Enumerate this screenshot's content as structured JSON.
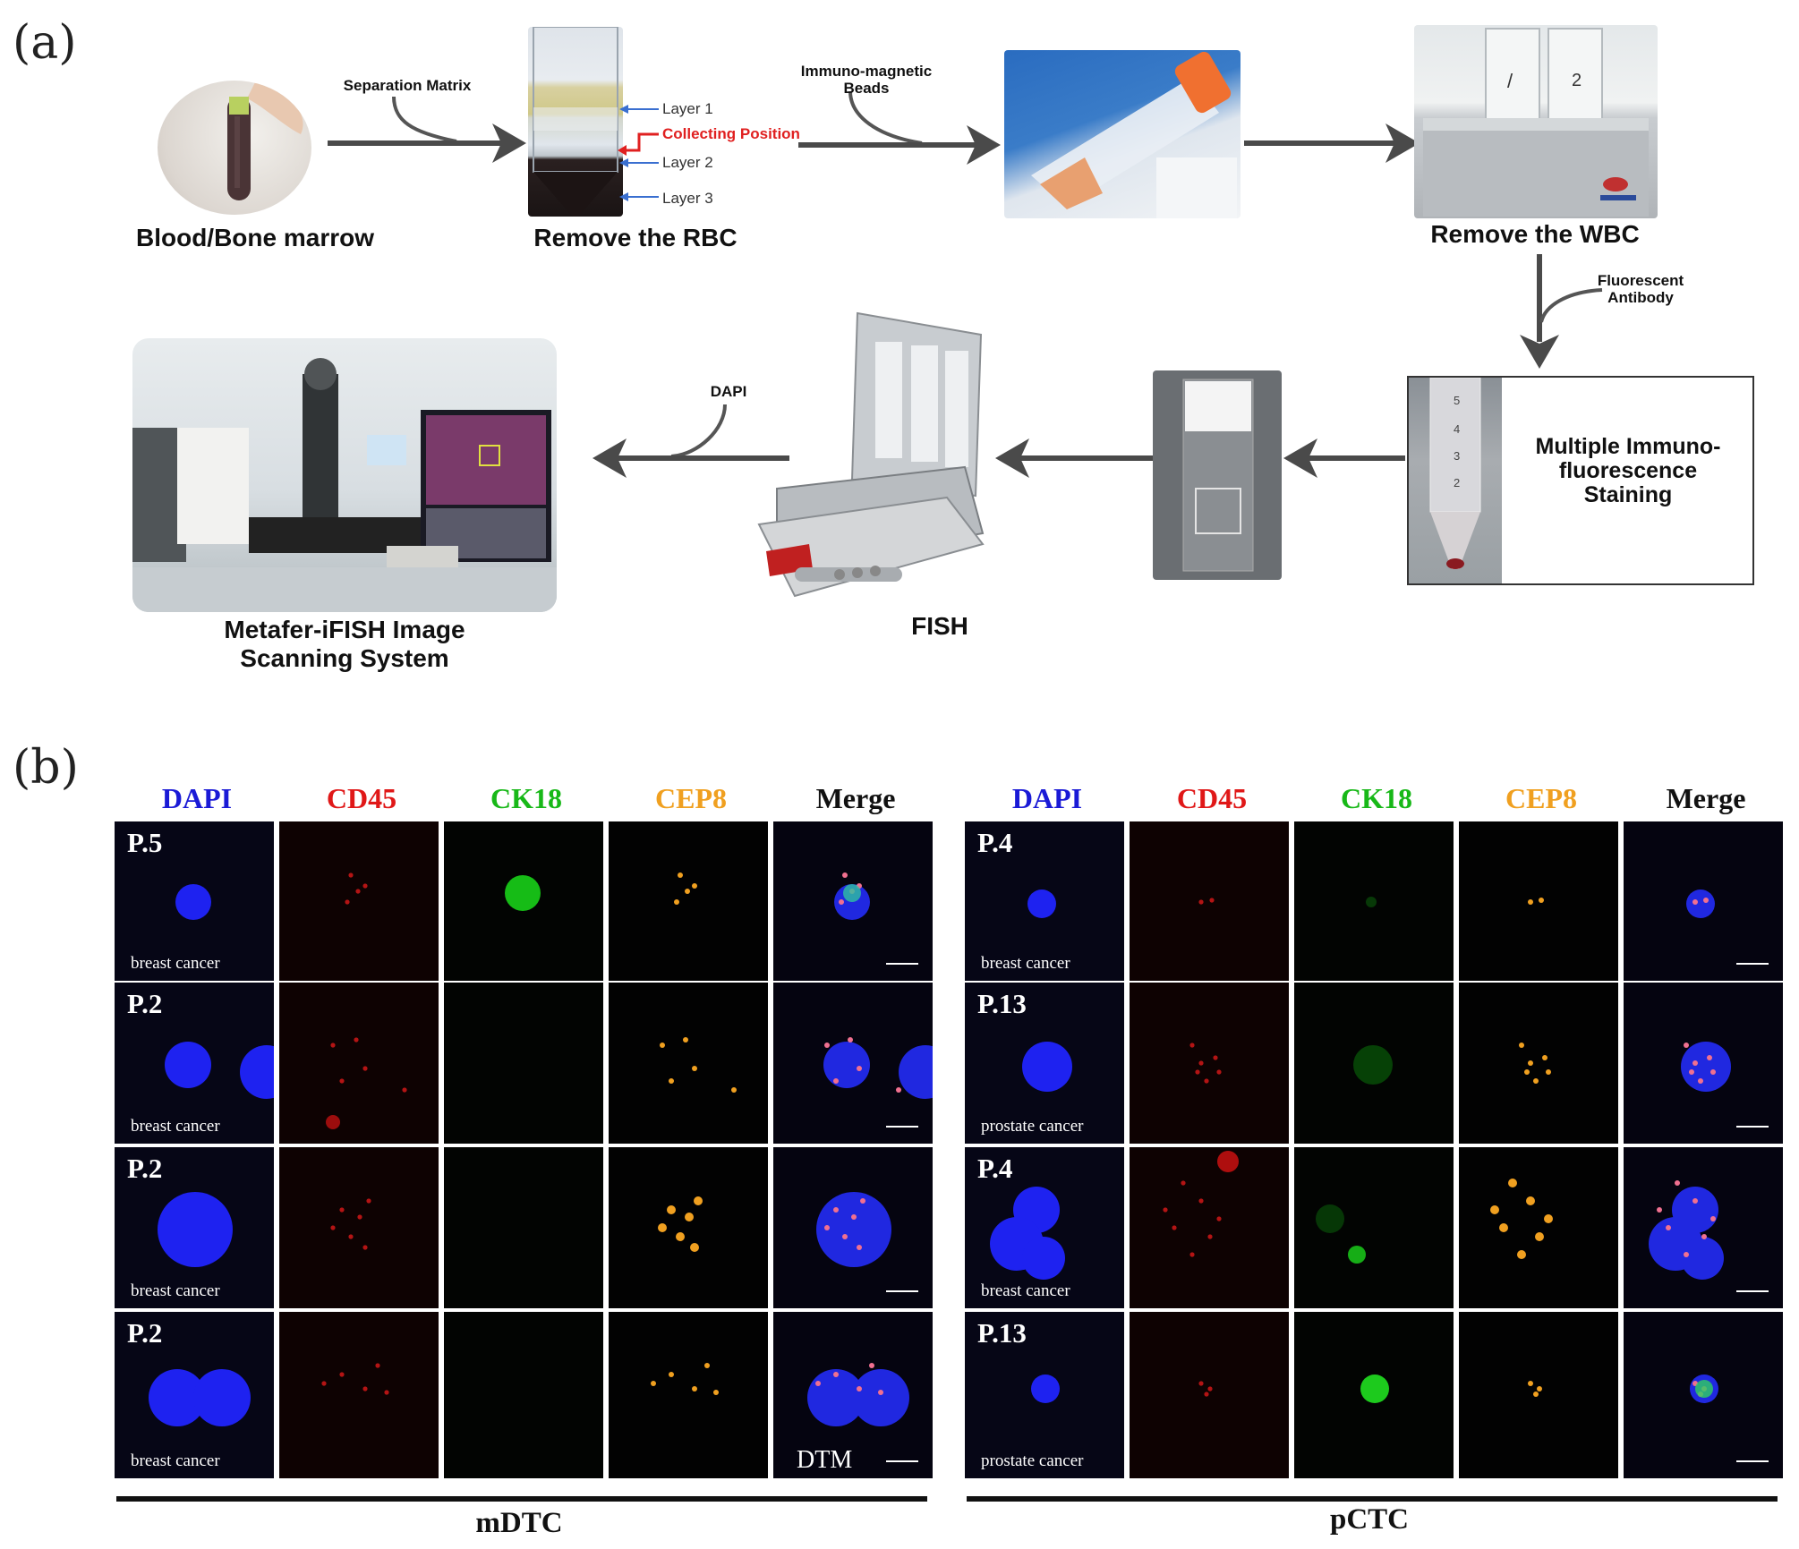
{
  "panel_a": {
    "letter": "(a)",
    "steps": {
      "blood": "Blood/Bone marrow",
      "rbc": "Remove the RBC",
      "wbc": "Remove the WBC",
      "staining": "Multiple Immuno-fluorescence Staining",
      "fish": "FISH",
      "metafer_line1": "Metafer-iFISH Image",
      "metafer_line2": "Scanning System"
    },
    "reagents": {
      "separation": "Separation Matrix",
      "beads_line1": "Immuno-magnetic",
      "beads_line2": "Beads",
      "fluor_line1": "Fluorescent",
      "fluor_line2": "Antibody",
      "dapi": "DAPI"
    },
    "tube_labels": {
      "layer1": "Layer 1",
      "collecting": "Collecting Position",
      "layer2": "Layer 2",
      "layer3": "Layer 3"
    },
    "box_lines": [
      "Multiple Immuno-",
      "fluorescence",
      "Staining"
    ]
  },
  "panel_b": {
    "letter": "(b)",
    "columns": [
      {
        "label": "DAPI",
        "color": "#1a1ad6"
      },
      {
        "label": "CD45",
        "color": "#e01818"
      },
      {
        "label": "CK18",
        "color": "#18b818"
      },
      {
        "label": "CEP8",
        "color": "#f0a020"
      },
      {
        "label": "Merge",
        "color": "#111111"
      }
    ],
    "groups": [
      {
        "label": "mDTC",
        "rows": [
          {
            "patient": "P.5",
            "cancer": "breast cancer",
            "extra": ""
          },
          {
            "patient": "P.2",
            "cancer": "breast cancer",
            "extra": ""
          },
          {
            "patient": "P.2",
            "cancer": "breast cancer",
            "extra": ""
          },
          {
            "patient": "P.2",
            "cancer": "breast cancer",
            "extra": "DTM"
          }
        ]
      },
      {
        "label": "pCTC",
        "rows": [
          {
            "patient": "P.4",
            "cancer": "breast cancer",
            "extra": ""
          },
          {
            "patient": "P.13",
            "cancer": "prostate cancer",
            "extra": ""
          },
          {
            "patient": "P.4",
            "cancer": "breast cancer",
            "extra": ""
          },
          {
            "patient": "P.13",
            "cancer": "prostate cancer",
            "extra": ""
          }
        ]
      }
    ]
  }
}
